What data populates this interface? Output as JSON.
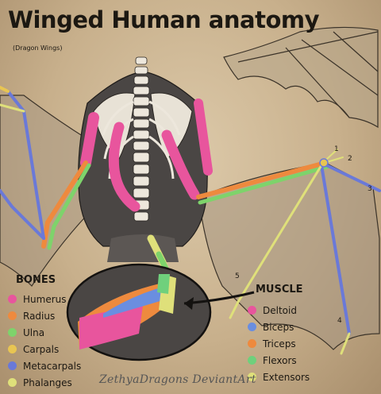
{
  "title": "Winged Human anatomy",
  "subtitle": "(Dragon Wings)",
  "bones": {
    "heading": "BONES",
    "items": [
      {
        "label": "Humerus",
        "color": "#e8559d"
      },
      {
        "label": "Radius",
        "color": "#ee8a3e"
      },
      {
        "label": "Ulna",
        "color": "#7ed36b"
      },
      {
        "label": "Carpals",
        "color": "#e8c552"
      },
      {
        "label": "Metacarpals",
        "color": "#6a79d8"
      },
      {
        "label": "Phalanges",
        "color": "#dfe07a"
      }
    ]
  },
  "muscle": {
    "heading": "MUSCLE",
    "items": [
      {
        "label": "Deltoid",
        "color": "#e8559d"
      },
      {
        "label": "Biceps",
        "color": "#6a8ee0"
      },
      {
        "label": "Triceps",
        "color": "#ee8a3e"
      },
      {
        "label": "Flexors",
        "color": "#6fd07c"
      },
      {
        "label": "Extensors",
        "color": "#dfe07a"
      }
    ]
  },
  "digit_numbers": [
    "1",
    "2",
    "3",
    "4",
    "5"
  ],
  "credit": "ZethyaDragons DeviantArt"
}
